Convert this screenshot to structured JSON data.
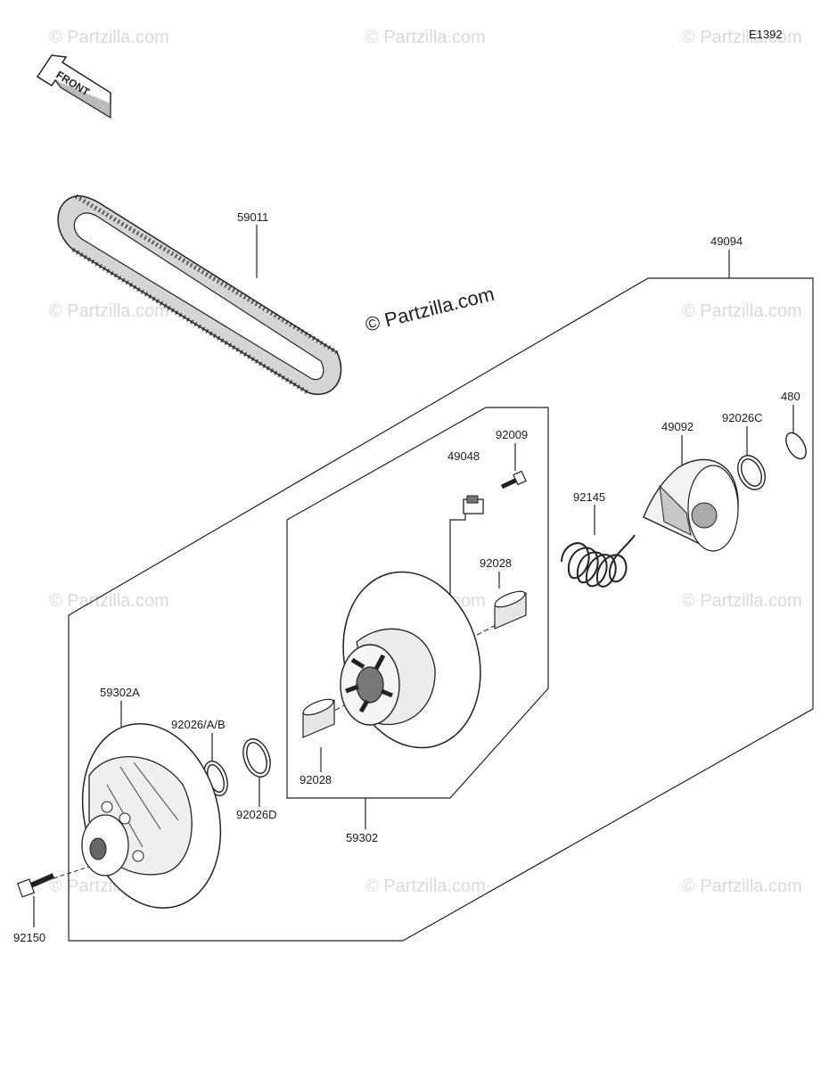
{
  "diagram_code": "E1392",
  "front_arrow_label": "FRONT",
  "watermark_main": "© Partzilla.com",
  "watermark_faint": "© Partzilla.com",
  "parts": {
    "p59011": "59011",
    "p49094": "49094",
    "p480": "480",
    "p92026c": "92026C",
    "p49092": "49092",
    "p92009": "92009",
    "p49048": "49048",
    "p92145": "92145",
    "p92028_top": "92028",
    "p59302a": "59302A",
    "p92026ab": "92026/A/B",
    "p92026d": "92026D",
    "p92028_bottom": "92028",
    "p59302": "59302",
    "p92150": "92150"
  }
}
